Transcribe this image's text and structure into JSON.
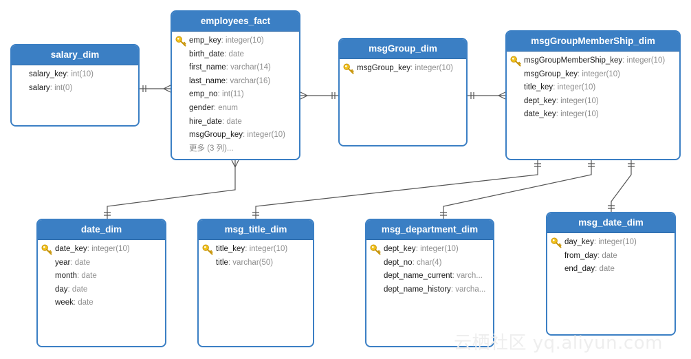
{
  "tables": [
    {
      "id": "salary_dim",
      "title": "salary_dim",
      "fields": [
        {
          "name": "salary_key",
          "type": ": int(10)"
        },
        {
          "name": "salary",
          "type": ": int(0)"
        }
      ]
    },
    {
      "id": "employees_fact",
      "title": "employees_fact",
      "fields": [
        {
          "name": "emp_key",
          "type": ": integer(10)",
          "key": true
        },
        {
          "name": "birth_date",
          "type": ": date"
        },
        {
          "name": "first_name",
          "type": ": varchar(14)"
        },
        {
          "name": "last_name",
          "type": ": varchar(16)"
        },
        {
          "name": "emp_no",
          "type": ": int(11)"
        },
        {
          "name": "gender",
          "type": ": enum"
        },
        {
          "name": "hire_date",
          "type": ": date"
        },
        {
          "name": "msgGroup_key",
          "type": ": integer(10)"
        }
      ],
      "more": "更多 (3 列)..."
    },
    {
      "id": "msgGroup_dim",
      "title": "msgGroup_dim",
      "fields": [
        {
          "name": "msgGroup_key",
          "type": ": integer(10)",
          "key": true
        }
      ]
    },
    {
      "id": "msgGroupMemberShip_dim",
      "title": "msgGroupMemberShip_dim",
      "fields": [
        {
          "name": "msgGroupMemberShip_key",
          "type": ": integer(10)",
          "key": true
        },
        {
          "name": "msgGroup_key",
          "type": ": integer(10)"
        },
        {
          "name": "title_key",
          "type": ": integer(10)"
        },
        {
          "name": "dept_key",
          "type": ": integer(10)"
        },
        {
          "name": "date_key",
          "type": ": integer(10)"
        }
      ]
    },
    {
      "id": "date_dim",
      "title": "date_dim",
      "fields": [
        {
          "name": "date_key",
          "type": ": integer(10)",
          "key": true
        },
        {
          "name": "year",
          "type": ": date"
        },
        {
          "name": "month",
          "type": ": date"
        },
        {
          "name": "day",
          "type": ": date"
        },
        {
          "name": "week",
          "type": ": date"
        }
      ]
    },
    {
      "id": "msg_title_dim",
      "title": "msg_title_dim",
      "fields": [
        {
          "name": "title_key",
          "type": ": integer(10)",
          "key": true
        },
        {
          "name": "title",
          "type": ": varchar(50)"
        }
      ]
    },
    {
      "id": "msg_department_dim",
      "title": "msg_department_dim",
      "fields": [
        {
          "name": "dept_key",
          "type": ": integer(10)",
          "key": true
        },
        {
          "name": "dept_no",
          "type": ": char(4)"
        },
        {
          "name": "dept_name_current",
          "type": ": varch..."
        },
        {
          "name": "dept_name_history",
          "type": ": varcha..."
        }
      ]
    },
    {
      "id": "msg_date_dim",
      "title": "msg_date_dim",
      "fields": [
        {
          "name": "day_key",
          "type": ": integer(10)",
          "key": true
        },
        {
          "name": "from_day",
          "type": ": date"
        },
        {
          "name": "end_day",
          "type": ": date"
        }
      ]
    }
  ],
  "relations": [
    {
      "from": "salary_dim",
      "to": "employees_fact",
      "from_end": "one",
      "to_end": "many"
    },
    {
      "from": "employees_fact",
      "to": "msgGroup_dim",
      "from_end": "many",
      "to_end": "one"
    },
    {
      "from": "msgGroup_dim",
      "to": "msgGroupMemberShip_dim",
      "from_end": "one",
      "to_end": "many"
    },
    {
      "from": "employees_fact",
      "to": "date_dim",
      "from_end": "many",
      "to_end": "one"
    },
    {
      "from": "msgGroupMemberShip_dim",
      "to": "msg_title_dim",
      "from_end": "one",
      "to_end": "one"
    },
    {
      "from": "msgGroupMemberShip_dim",
      "to": "msg_department_dim",
      "from_end": "one",
      "to_end": "one"
    },
    {
      "from": "msgGroupMemberShip_dim",
      "to": "msg_date_dim",
      "from_end": "one",
      "to_end": "one"
    }
  ],
  "watermark": "云栖社区 yq.aliyun.com",
  "colors": {
    "header": "#3b7fc4",
    "border": "#3b7fc4",
    "line": "#555555",
    "key_icon": "#f2c21b",
    "field_type": "#8e8e8e"
  },
  "icons": {
    "primary_key": "key-icon"
  }
}
